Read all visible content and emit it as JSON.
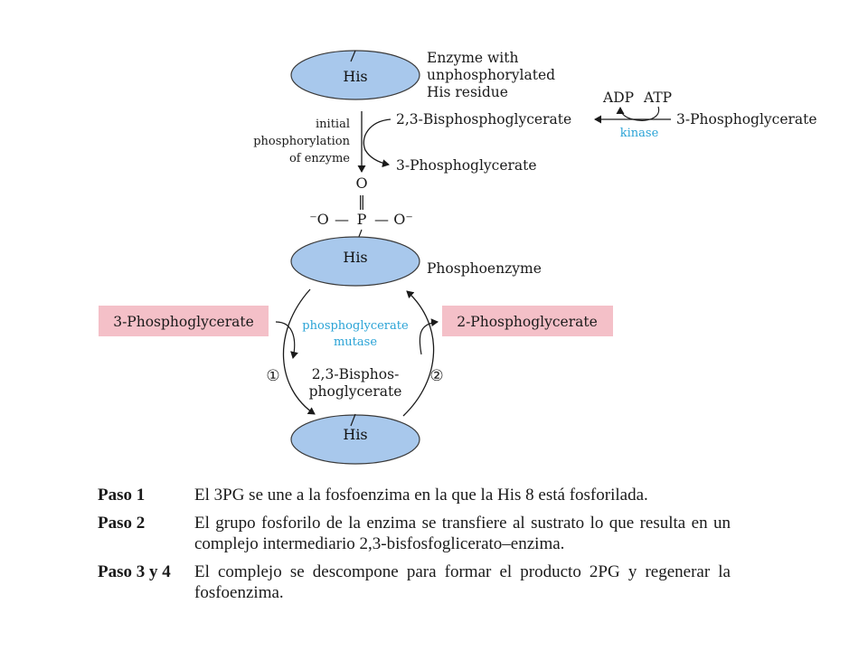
{
  "colors": {
    "enzyme_fill": "#a8c8ec",
    "enzyme_stroke": "#3a3a3a",
    "highlight_box": "#f4c0c8",
    "enzyme_label_blue": "#2aa3d6"
  },
  "enzyme": {
    "residue": "His",
    "top_caption": [
      "Enzyme with",
      "unphosphorylated",
      "His residue"
    ],
    "phospho_caption": "Phosphoenzyme"
  },
  "phosphorylation": {
    "label": [
      "initial",
      "phosphorylation",
      "of enzyme"
    ],
    "substrate_in": "2,3-Bisphosphoglycerate",
    "product_out": "3-Phosphoglycerate"
  },
  "kinase_reaction": {
    "cofactor_out": "ADP",
    "cofactor_in": "ATP",
    "enzyme": "kinase",
    "substrate": "3-Phosphoglycerate"
  },
  "phosphate": {
    "oxygen_top": "O",
    "double_bond": "‖",
    "left": "⁻O",
    "center": "P",
    "right": "O⁻",
    "dash": "—"
  },
  "cycle": {
    "enzyme_name": [
      "phosphoglycerate",
      "mutase"
    ],
    "substrate": "3-Phosphoglycerate",
    "product": "2-Phosphoglycerate",
    "intermediate": [
      "2,3-Bisphos-",
      "phoglycerate"
    ],
    "step1_marker": "①",
    "step2_marker": "②"
  },
  "steps": [
    {
      "label": "Paso 1",
      "text": "El 3PG se une a la fosfoenzima en la que la His 8 está fosforilada."
    },
    {
      "label": "Paso 2",
      "text": "El grupo fosforilo de la enzima se transfiere al sustrato lo que resulta en un complejo intermediario 2,3-bisfosfoglicerato–enzima."
    },
    {
      "label": "Paso 3 y 4",
      "text": "El complejo se descompone para formar el producto 2PG y regenerar la fosfoenzima."
    }
  ]
}
